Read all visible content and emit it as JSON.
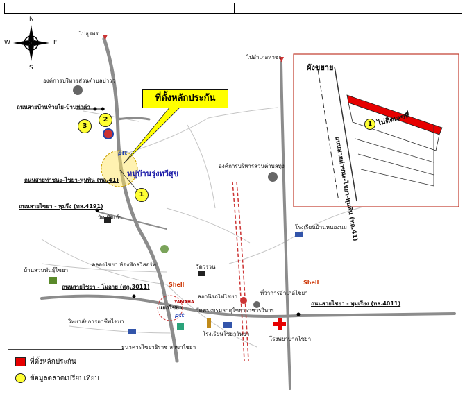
{
  "title": "",
  "compass": {
    "n": "N",
    "s": "S",
    "e": "E",
    "w": "W"
  },
  "callout": "ที่ตั้งหลักประกัน",
  "village": "หมู่บ้านรุ่งทวีสุข",
  "places": {
    "p1": "ไปธุรพร",
    "p2": "ไปอำเภอท่าชะ",
    "p3": "องค์การบริหารส่วนตำบลบ่าวว",
    "p4": "องค์การบริหารส่วนตำบลทุ่ง",
    "p5": "วัดเดิมเจ้า",
    "p6": "โรงเรียนบ้านหนองนม",
    "p7": "คลองไชยา ห้องพักสวีสอร์ท",
    "p8": "บ้านสวนพันธุ์ไชยา",
    "p9": "วัดวรวน",
    "p10": "สถานีรถไฟไชยา",
    "p11": "ที่ว่าการอำเภอไชยา",
    "p12": "วัดพระบรมธาตุไชยาราชวรวิหาร",
    "p13": "วิทยาลัยการอาชีพไชยา",
    "p14": "แยกไชยา",
    "p15": "ธนาคารไชยาธิราช สาขาไชยา",
    "p16": "โรงเรียนไชยาวิทยา",
    "p17": "โรงพยาบาลไชยา"
  },
  "roads": {
    "r1": "ถนนสายบ้านท้วยใย-บ้านท่าคำ",
    "r2": "ถนนสายท่าชนะ-ไชยา-พุนพิน (ทล.41)",
    "r3": "ถนนสายไชยา - พุมรีง (ทล.4191)",
    "r4": "ถนนสายไชยา - โมอาย (สฎ.3011)",
    "r5": "ถนนสายไชยา - พุมเรียง (ทล.4011)"
  },
  "brands": {
    "ptt": "ptt",
    "shell": "Shell",
    "yamaha": "YAMAHA"
  },
  "inset": {
    "title": "ผังขยาย",
    "road": "ถนนสายท่าชนะ-ไชยา-พุนพิน (ทล.41)",
    "plot": "ไม่ติดเลขที่",
    "badge": "1"
  },
  "markers": [
    "1",
    "2",
    "3"
  ],
  "legend": {
    "collateral": "ที่ตั้งหลักประกัน",
    "comparables": "ข้อมูลตลาดเปรียบเทียบ"
  },
  "colors": {
    "collateral": "#e60000",
    "marker": "#ffff33",
    "road": "#8c8c8c",
    "rail": "#cc3333"
  }
}
